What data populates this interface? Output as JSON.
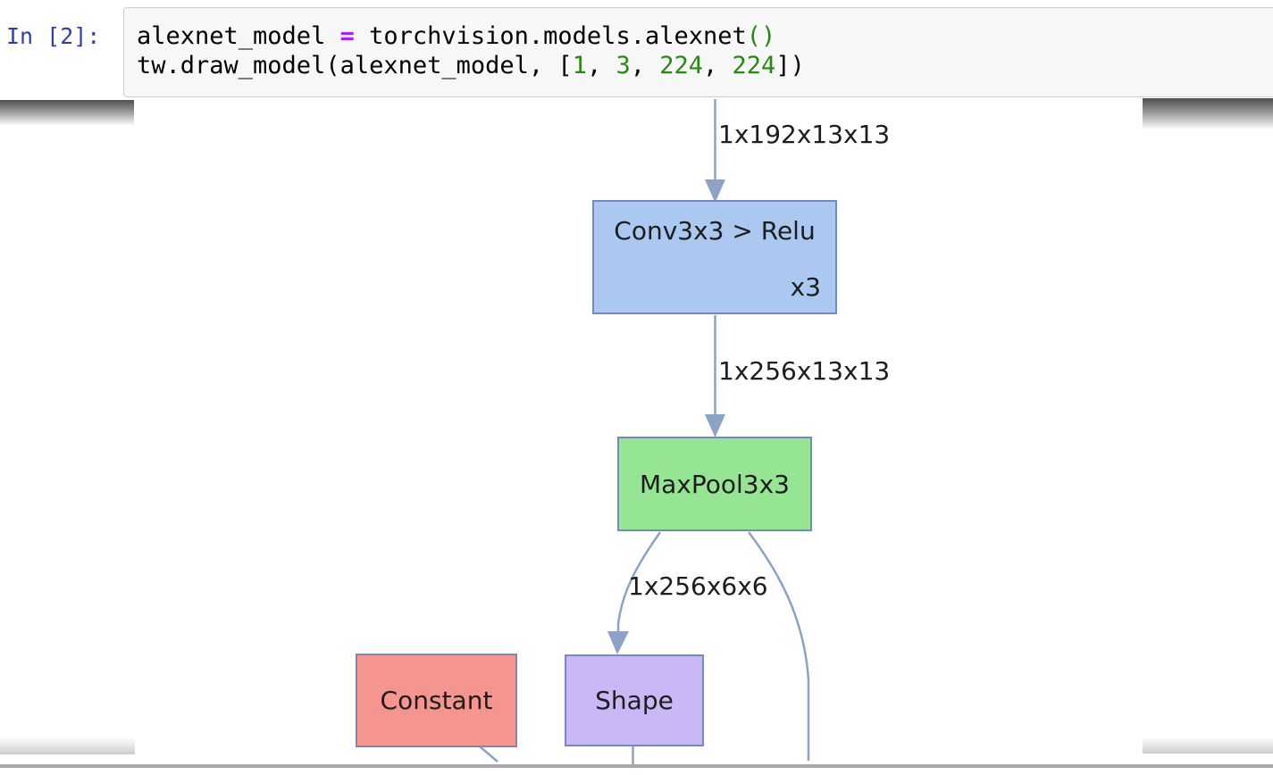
{
  "notebook": {
    "prompt_label": "In [2]:",
    "code": {
      "l1t1": "alexnet_model ",
      "l1t2": "=",
      "l1t3": " torchvision.models.alexnet",
      "l1t4": "()",
      "l2t1": "tw.draw_model(alexnet_model, [",
      "l2t2": "1",
      "l2t3": ", ",
      "l2t4": "3",
      "l2t5": ", ",
      "l2t6": "224",
      "l2t7": ", ",
      "l2t8": "224",
      "l2t9": "])"
    }
  },
  "diagram": {
    "nodes": {
      "conv": {
        "label": "Conv3x3 > Relu",
        "repeat": "x3"
      },
      "maxpool": {
        "label": "MaxPool3x3"
      },
      "constant": {
        "label": "Constant"
      },
      "shape": {
        "label": "Shape"
      }
    },
    "edge_labels": {
      "input_to_conv": "1x192x13x13",
      "conv_to_maxpool": "1x256x13x13",
      "maxpool_to_shape": "1x256x6x6"
    },
    "colors": {
      "conv_fill": "#abc9f0",
      "maxpool_fill": "#95e595",
      "constant_fill": "#f4968f",
      "shape_fill": "#cab7f5",
      "node_border": "#7589bd",
      "edge": "#8ca2c7",
      "label_text": "#1d1d1d",
      "prompt_text": "#2e3fae",
      "operator_token": "#aa22ff",
      "number_token": "#258a12",
      "cell_bg": "#f7f7f7",
      "cell_border": "#cfcfcf",
      "clip_bar_dark": "#4f4f4f",
      "bottom_rule": "#a8a8a8"
    }
  }
}
